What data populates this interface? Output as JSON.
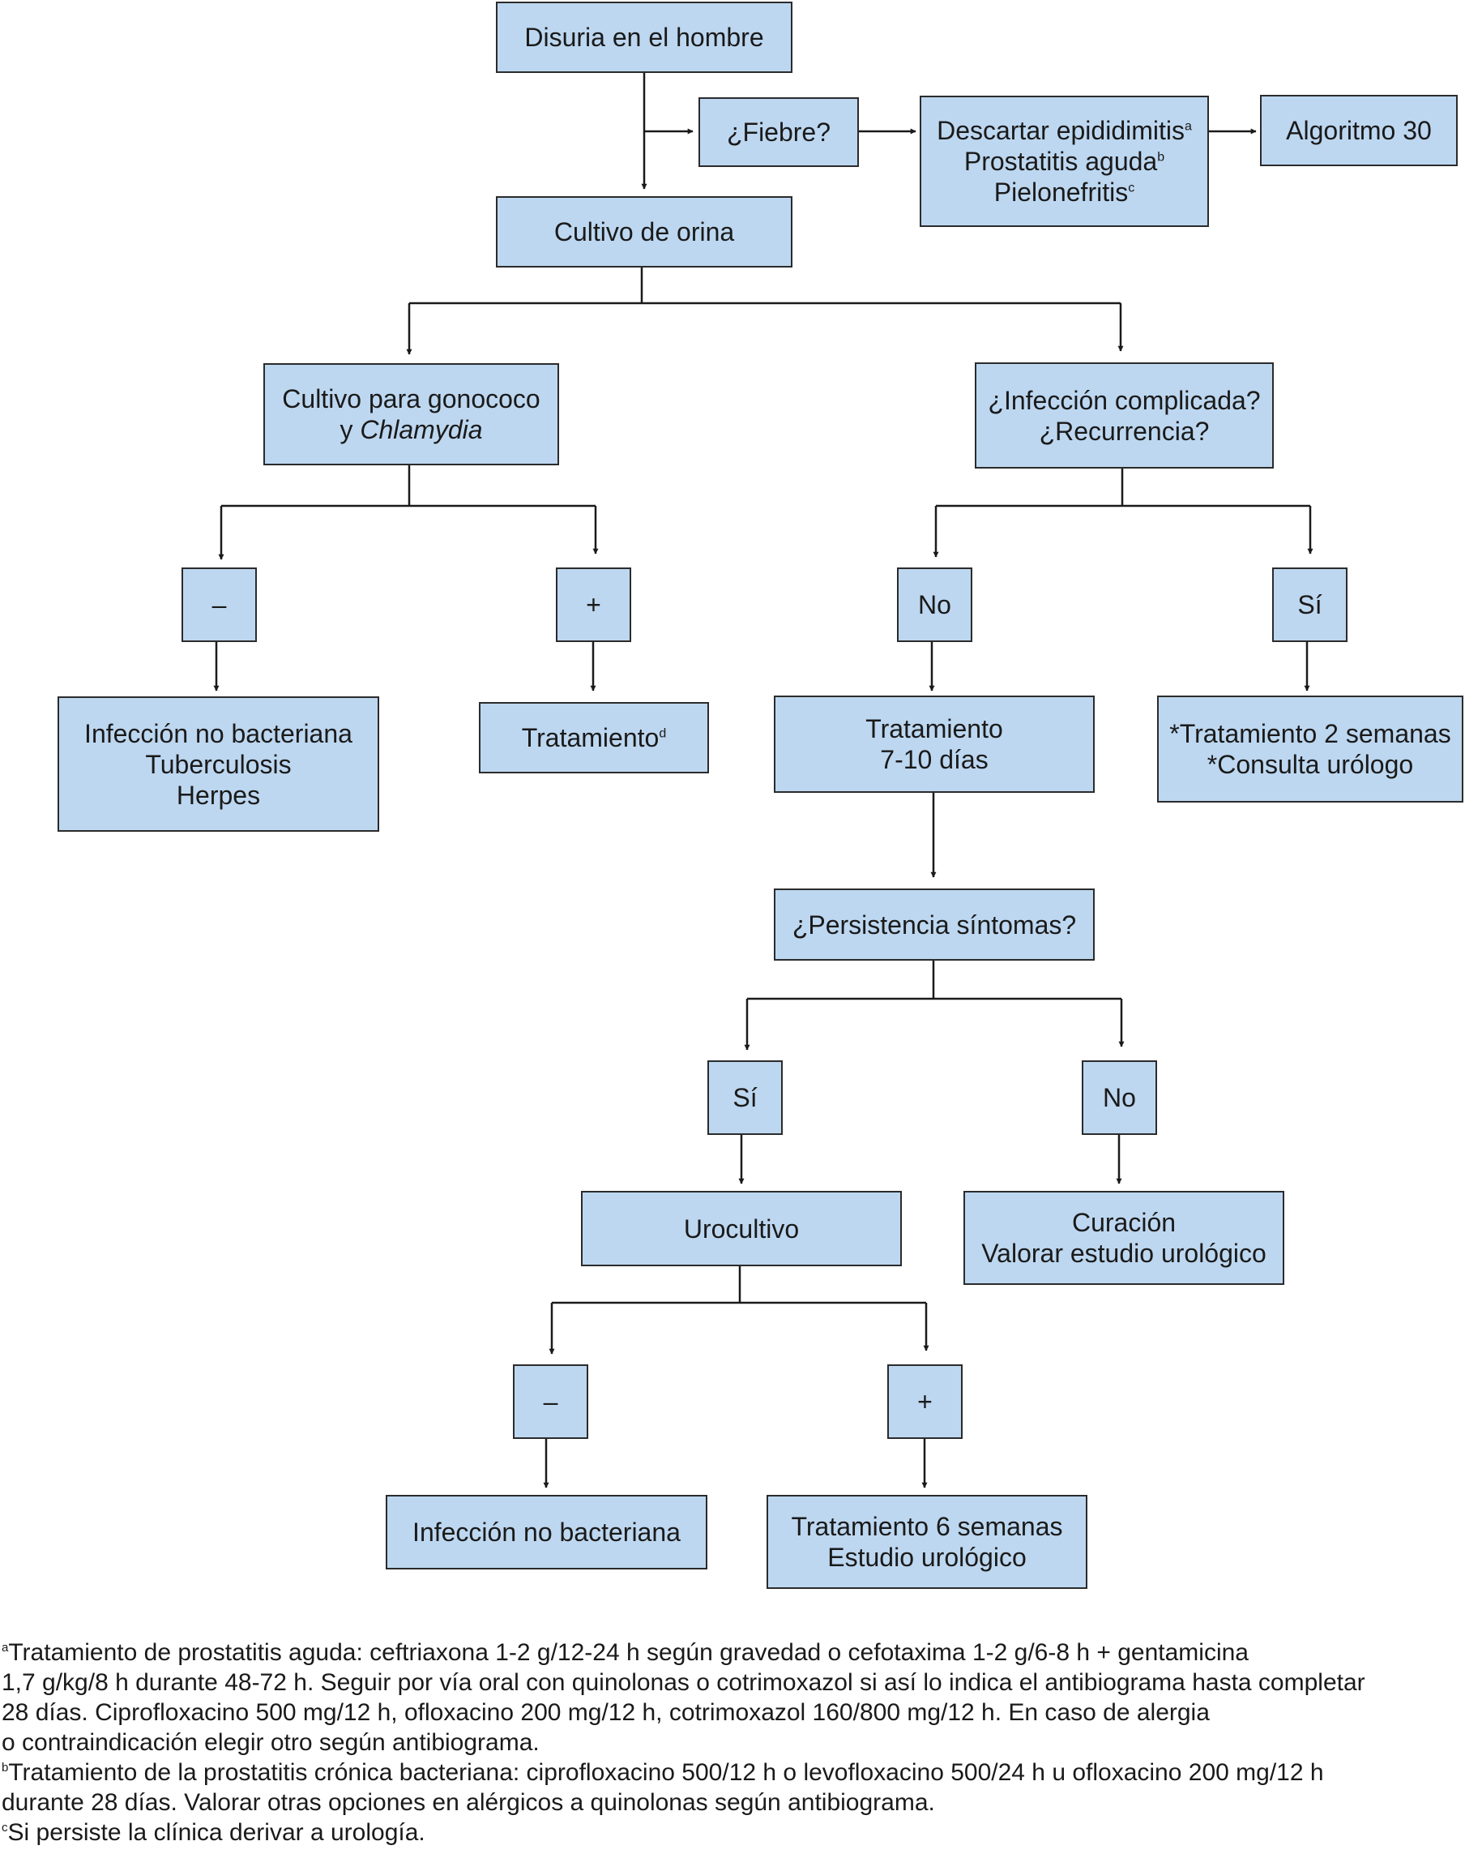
{
  "nodes": {
    "disuria": {
      "lines": [
        "Disuria en el hombre"
      ]
    },
    "fiebre": {
      "lines": [
        "¿Fiebre?"
      ]
    },
    "descartar": {
      "lines": [
        "Descartar epididimitis",
        "Prostatitis aguda",
        "Pielonefritis"
      ],
      "sups": [
        "a",
        "b",
        "c"
      ]
    },
    "algoritmo": {
      "lines": [
        "Algoritmo 30"
      ]
    },
    "cultivo_orina": {
      "lines": [
        "Cultivo de orina"
      ]
    },
    "gonococo": {
      "line1": "Cultivo para gonococo",
      "line2_prefix": "y ",
      "line2_italic": "Chlamydia"
    },
    "infeccion_complicada": {
      "lines": [
        "¿Infección complicada?",
        "¿Recurrencia?"
      ]
    },
    "menos1": {
      "lines": [
        "–"
      ]
    },
    "mas1": {
      "lines": [
        "+"
      ]
    },
    "no1": {
      "lines": [
        "No"
      ]
    },
    "si1": {
      "lines": [
        "Sí"
      ]
    },
    "no_bacteriana1": {
      "lines": [
        "Infección no bacteriana",
        "Tuberculosis",
        "Herpes"
      ]
    },
    "tratamiento_d": {
      "lines": [
        "Tratamiento"
      ],
      "sup": "d"
    },
    "tratamiento_7_10": {
      "lines": [
        "Tratamiento",
        "7-10 días"
      ]
    },
    "tratamiento_2sem": {
      "lines": [
        "*Tratamiento 2 semanas",
        "*Consulta urólogo"
      ]
    },
    "persistencia": {
      "lines": [
        "¿Persistencia síntomas?"
      ]
    },
    "si2": {
      "lines": [
        "Sí"
      ]
    },
    "no2": {
      "lines": [
        "No"
      ]
    },
    "urocultivo": {
      "lines": [
        "Urocultivo"
      ]
    },
    "curacion": {
      "lines": [
        "Curación",
        "Valorar estudio urológico"
      ]
    },
    "menos2": {
      "lines": [
        "–"
      ]
    },
    "mas2": {
      "lines": [
        "+"
      ]
    },
    "no_bacteriana2": {
      "lines": [
        "Infección no bacteriana"
      ]
    },
    "tratamiento_6sem": {
      "lines": [
        "Tratamiento 6 semanas",
        "Estudio urológico"
      ]
    }
  },
  "footnotes": [
    {
      "mark": "a",
      "lines": [
        "Tratamiento de prostatitis aguda: ceftriaxona 1-2 g/12-24 h según gravedad o cefotaxima 1-2 g/6-8 h + gentamicina",
        "1,7 g/kg/8 h durante 48-72 h. Seguir por vía oral con quinolonas o cotrimoxazol si así lo indica el antibiograma hasta completar",
        "28 días. Ciprofloxacino 500 mg/12 h, ofloxacino 200 mg/12 h, cotrimoxazol 160/800 mg/12 h. En caso de alergia",
        "o contraindicación elegir otro según antibiograma."
      ]
    },
    {
      "mark": "b",
      "lines": [
        "Tratamiento de la prostatitis crónica bacteriana: ciprofloxacino 500/12 h o levofloxacino 500/24 h u ofloxacino 200 mg/12 h",
        "durante 28 días. Valorar otras opciones en alérgicos a quinolonas según antibiograma."
      ]
    },
    {
      "mark": "c",
      "lines": [
        "Si persiste la clínica derivar a urología."
      ]
    }
  ],
  "colors": {
    "box_fill": "#bdd7f0",
    "border": "#2b2b2b",
    "line": "#1a1a1a"
  }
}
